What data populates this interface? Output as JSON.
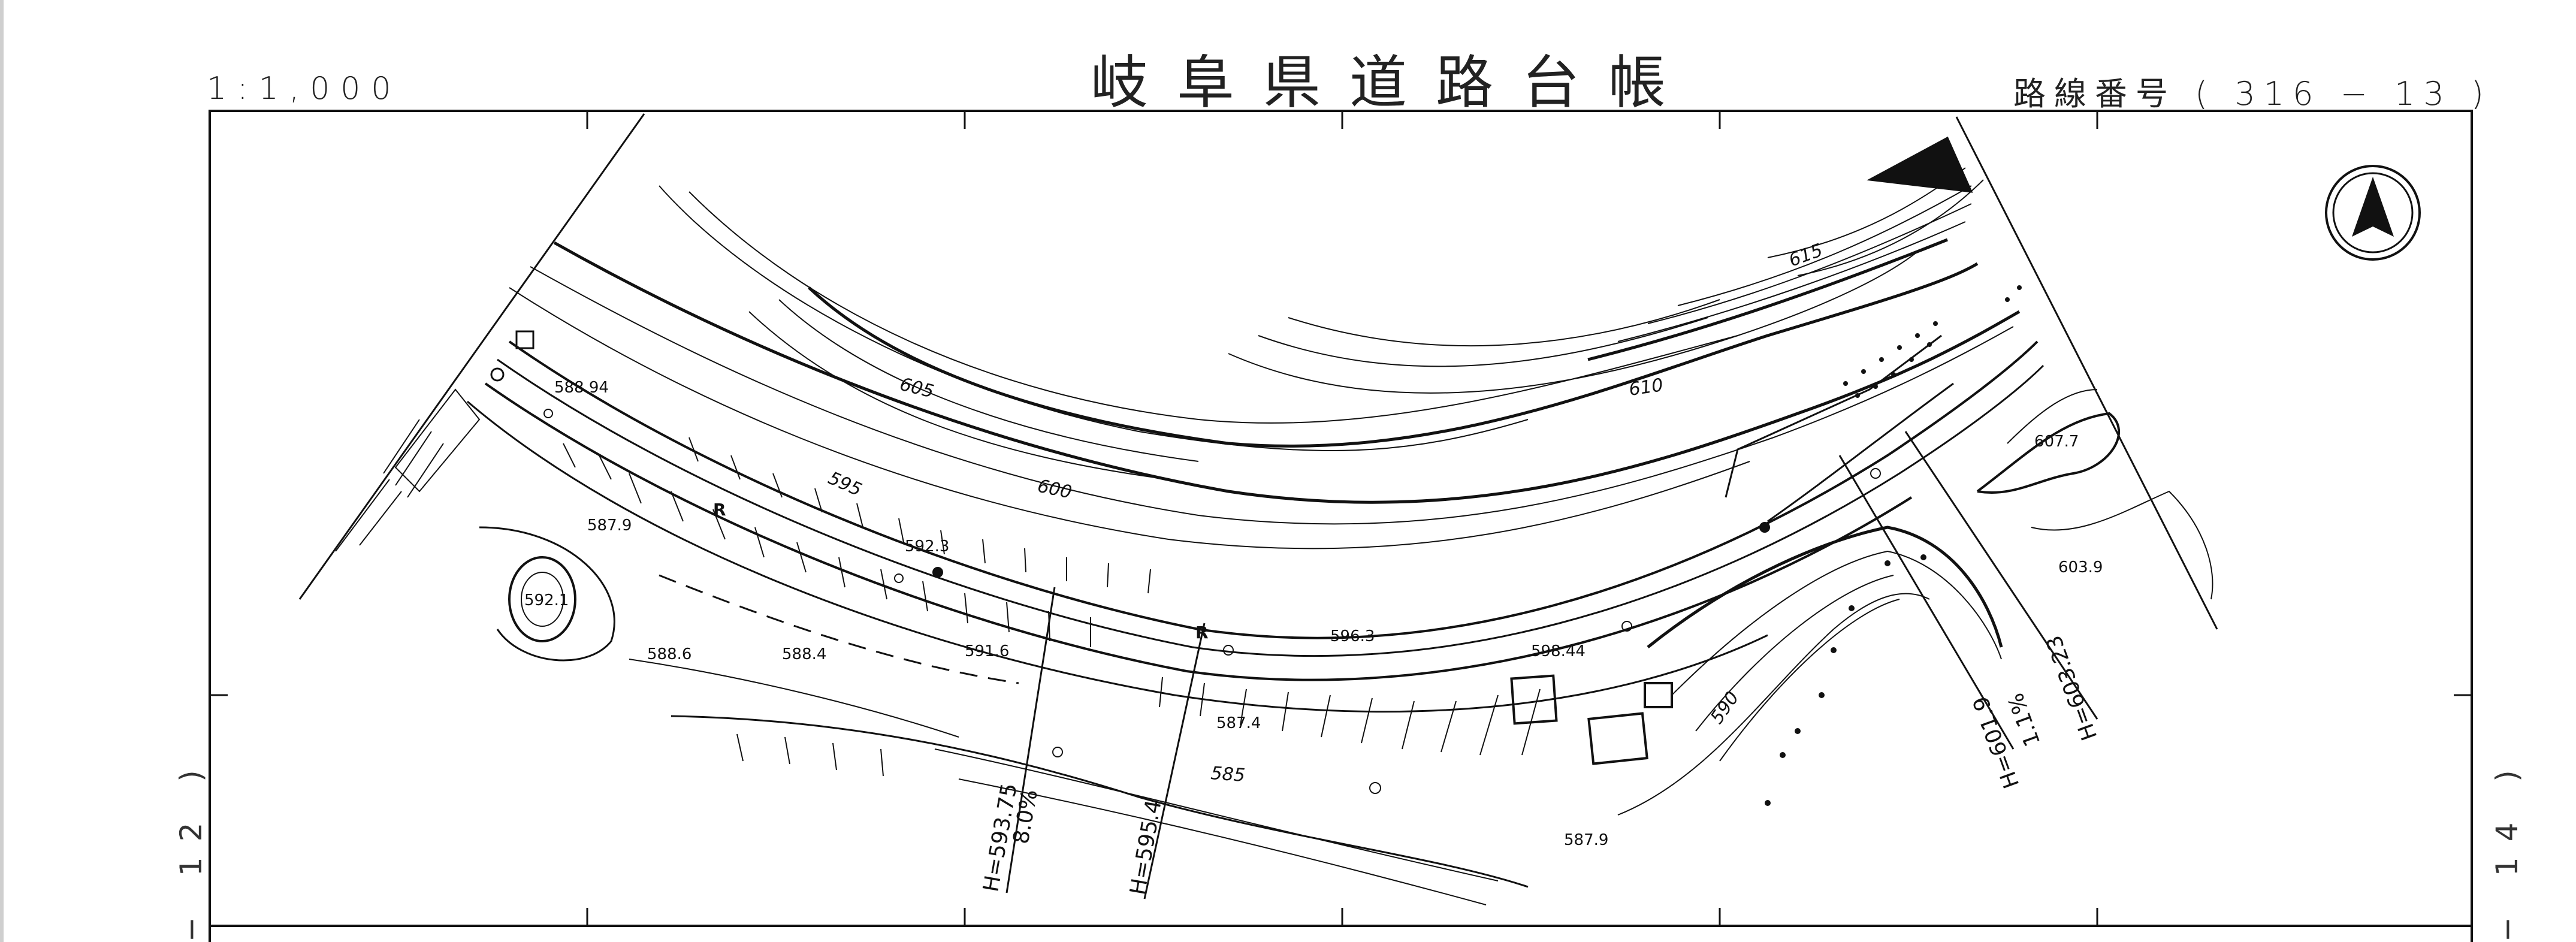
{
  "header": {
    "title": "岐阜県道路台帳",
    "scale": "1:1,000",
    "route_number": "路線番号 ( 316 − 13 )"
  },
  "side_labels": {
    "left": "− 12 )",
    "right": "− 14 )"
  },
  "map": {
    "north_arrow": "north-arrow-icon",
    "contour_labels": [
      "585",
      "590",
      "595",
      "600",
      "605",
      "610",
      "615"
    ],
    "spot_heights": [
      "588.94",
      "587.9",
      "592.1",
      "588.6",
      "588.4",
      "591.6",
      "592.3",
      "596.3",
      "598.44",
      "587.4",
      "587.9",
      "607.7",
      "603.9"
    ],
    "profile_labels": [
      "H=593.75",
      "8.0%",
      "H=595.4",
      "H=601.9",
      "1.1%",
      "H=603.23"
    ],
    "markers": [
      "R",
      "R"
    ]
  }
}
